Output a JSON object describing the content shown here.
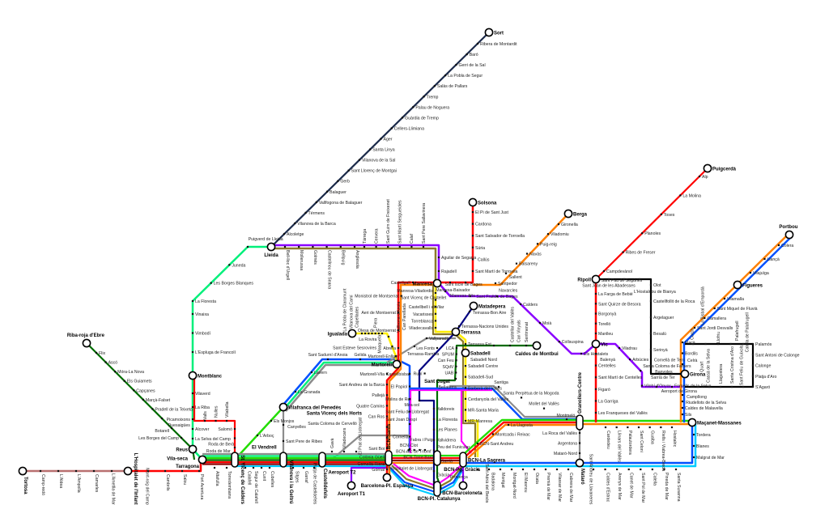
{
  "title": "Rodalies de Catalunya / FGC rail network map",
  "colors": {
    "navy": "#1b2a4a",
    "purple": "#8a00ff",
    "olive": "#8b7a2b",
    "lightgreen": "#00f07a",
    "green": "#22dd00",
    "darkgreen": "#006a00",
    "red": "#ff0000",
    "orange": "#ff8000",
    "darkred": "#8b0000",
    "yellow": "#ffee00",
    "blue": "#0050ff",
    "cyan": "#00ccff",
    "gray": "#8c8c8c",
    "magenta": "#ff00ff",
    "black": "#000000",
    "brown": "#b87070",
    "fgcnavy": "#000080"
  },
  "major_stations": {
    "sort": "Sort",
    "lleida": "Lleida",
    "manresa": "Manresa",
    "solsona": "Solsona",
    "berga": "Berga",
    "puigcerda": "Puigcerdà",
    "portbou": "Portbou",
    "figueres": "Figueres",
    "girona": "Girona",
    "ripoll": "Ripoll",
    "vic": "Vic",
    "macanet": "Maçanet-Massanes",
    "mataro": "Mataró",
    "granollers": "Granollers-Centre",
    "sagrera": "BCN-La Sagrera",
    "sants": "BCN-Sants",
    "pggracia": "BCN-Pg. Gràcia",
    "plcatalunya": "BCN-Pl. Catalunya",
    "barceloneta": "BCN-Barceloneta",
    "plespanya": "Barcelona-Pl. Espanya",
    "martorell": "Martorell",
    "terrassa": "Terrassa",
    "matadepera": "Matadepera",
    "caldes": "Caldes de Montbui",
    "sabadell": "Sabadell",
    "santcugat": "Sant Cugat",
    "vilafranca": "Vilafranca del Penedès",
    "svc": "St. Vicenç de Calders",
    "vilanova": "Vilanova i la Geltrú",
    "castelldefels": "Castelldefels",
    "reus": "Reus",
    "tarragona": "Tarragona",
    "vilaseca": "Vila-seca",
    "montblanc": "Montblanc",
    "ribaroja": "Riba-roja d'Ebre",
    "tortosa": "Tortosa",
    "hospitalet": "L'Hospitalet de l'Infant",
    "igualada": "Igualada",
    "aeroport_t1": "Aeroport T1",
    "aeroport_t2": "Aeroport T2",
    "elvendrell": "El Vendrell",
    "olot": "Olot",
    "banyoles": "Banyoles",
    "palamos": "Palamós",
    "blanes": "Blanes",
    "tremp": "Tremp",
    "balaguer": "Balaguer",
    "tarrega": "Tàrrega",
    "mora": "Móra-La Nova",
    "marca": "Marçà-Falset",
    "borges": "Les Borges Blanques",
    "valls": "Valls",
    "moia": "Moià",
    "lagarriga": "La Garriga",
    "ribes": "Ribes de Freser",
    "santacoloma": "Santa Coloma de Farners",
    "sarria": "Sarrià",
    "rubi": "Rubí",
    "santvicenshorts": "Santa Vicenç dels Horts",
    "santceloni": "Sant Celoni",
    "arenys": "Arenys de Mar",
    "calella": "Calella",
    "badalona": "Badalona"
  },
  "station_groups": {
    "sort": [
      "Alcoletge",
      "Vilanova de la Barca",
      "Térmens",
      "Vallfogona de Balaguer",
      "Balaguer",
      "Gerb",
      "Sant Llorenç de Montgai",
      "Vilanova de la Sal",
      "Santa Linya",
      "Àger",
      "Cellers-Llimiana",
      "Guàrdia de Tremp",
      "Palau de Noguera",
      "Tremp",
      "Salàs de Pallars",
      "La Pobla de Segur",
      "Gerri de la Sal",
      "Baró",
      "Ribera de Montardit"
    ],
    "lm_below": [
      "Bell-lloc d'Urgell",
      "Mollerussa",
      "Golmés",
      "Castellnou de Seana",
      "Bellpuig",
      "Anglesola"
    ],
    "lm_above": [
      "Tàrrega",
      "Cervera",
      "Sant Guim de Freixenet",
      "Sant Martí Sesgueioles",
      "Calaf",
      "Sant Pere Sallavinera"
    ],
    "aguilar": [
      "Aguilar de Segarra",
      "Rajadell"
    ],
    "green_upper": [
      "Puigverd de Lleida",
      "Juneda",
      "Les Borges Blanques",
      "La Floresta"
    ],
    "green_mid": [
      "Vinaixa",
      "Vimbodí",
      "L'Espluga de Francolí"
    ],
    "green_low": [
      "Vilaverd",
      "La Riba"
    ],
    "green_low_l": [
      "Picamoixons"
    ],
    "green_bot": [
      "Alcover",
      "La Selva del Camp"
    ],
    "valls": [
      "Valls",
      "Nulles",
      "Vilabella"
    ],
    "roda": [
      "Salomó",
      "Roda de Berà",
      "Roda de Mar"
    ],
    "riba": [
      "Flix",
      "Ascó",
      "Móra-La Nova",
      "Els Guiamets",
      "Capçanes",
      "Marçà-Falset",
      "Pradell de la Teixeta",
      "Duesaigües"
    ],
    "riba_l": [
      "Botarell",
      "Les Borges del Camp"
    ],
    "tortosa": [
      "Camp-redó",
      "L'Aldea",
      "L'Ampolla",
      "Camarles",
      "L'Ametlla de Mar"
    ],
    "cambrils": [
      "Mont-roig del Camp",
      "Cambrils",
      "Salou",
      "Port Aventura"
    ],
    "coast_a": [
      "Altafulla",
      "Torredembarra"
    ],
    "coast_b": [
      "Calafell",
      "Segur de Calafell",
      "Cunit",
      "Cubelles"
    ],
    "coast_c": [
      "Sitges",
      "Garraf",
      "Platja de Castelldefels"
    ],
    "coast_d": [
      "Gavà",
      "Viladecans",
      "El Prat de Llobregat"
    ],
    "vendrell": [
      "L'Arboç",
      "Els Monjos"
    ],
    "penedes": [
      "La Granada",
      "Lavern"
    ],
    "penedes_top": [
      "Sant Sadurní d'Anoia",
      "Gelida"
    ],
    "canyelles": [
      "Canyelles",
      "Sant Pere de Ribes"
    ],
    "fgc_llob": [
      "Martorell-Vila",
      "Sant Andreu de la Barca",
      "Pallejà",
      "Quatre Camins",
      "Can Ros",
      "Santa Coloma de Cervelló",
      "Colònia Güell",
      "Sant Boi",
      "Cornellà-Riera",
      "Gornal"
    ],
    "r4_low": [
      "Castellbisbal",
      "El Papiol",
      "Molins de Rei",
      "Sant Feliu de Llobregat",
      "Sant Joan Despí",
      "Cornellà",
      "L'Hospitalet de Llobregat"
    ],
    "monistrol": [
      "Castellgalí",
      "Monistrol de Montserrat",
      "Aeri de Montserrat",
      "Olesa de Montserrat",
      "Abrera"
    ],
    "igualada": [
      "Vilanova del Camí",
      "La Pobla de Claramunt",
      "Capellades",
      "Vallbona d'Anoia",
      "Piera",
      "Masquefa",
      "Can Parellada"
    ],
    "igualada_l": [
      "La Rovira",
      "Sant Esteve Sesrovires",
      "Martorell-Enllaç"
    ],
    "r4_manresa": [
      "Manresa-Viladordis",
      "Sant Vicenç de Castellet",
      "Castellbell i el Vilar",
      "Vacarisses",
      "Torreblanca",
      "Viladecavalls"
    ],
    "sabadell": [
      "Terrassa Est",
      "Sabadell Nord",
      "Sabadell Centre",
      "Sabadell-Sud",
      "Barberà del Vallès",
      "Cerdanyola del Vallès",
      "MR-Santa Maria",
      "MR-Manresa"
    ],
    "solsona": [
      "El Pi de Sant Just",
      "Cardona",
      "Sant Salvador de Torroella",
      "Súria",
      "Callús",
      "Sant Martí de Torroella"
    ],
    "manresa_e": [
      "Manresa-Baixador",
      "Sant Iscle de Bages"
    ],
    "berga": [
      "Santpedor",
      "Sallent",
      "Balsareny",
      "Navàs",
      "Puig-reig",
      "Viladomiu",
      "Gironella"
    ],
    "vic_purple": [
      "Manresa-Alta",
      "Sant Fruitós de Bages",
      "Navarcles",
      "Calders",
      "Moià",
      "Collsuspina",
      "Els Hostalets"
    ],
    "vic_girona": [
      "Viladrau",
      "Arbúcies",
      "Santa Coloma de Farners",
      "Vilobí d'Onyar",
      "Aeroport de Girona",
      "Fornells de la Selva"
    ],
    "puigcerda": [
      "Campdevànol",
      "Ribes de Freser",
      "Planoles",
      "Toses",
      "La Molina",
      "Alp"
    ],
    "ripoll_s1": [
      "La Farga de Bebié",
      "Sant Quirze de Besora",
      "Borgonyà",
      "Torelló",
      "Manlleu"
    ],
    "ripoll_s2": [
      "Balenyà",
      "Centelles",
      "Sant Martí de Centelles",
      "Figaró",
      "La Garriga",
      "Les Franqueses del Vallès"
    ],
    "olot_top": [
      "Sant Joan de les Abadesses",
      "Sant Pau de Segúries",
      "L'Hostalnou de Bianya"
    ],
    "olot": [
      "Olot",
      "Castellfollit de la Roca",
      "Argelaguer",
      "Besalú",
      "Serinyà",
      "Banyoles"
    ],
    "olot_end": [
      "Sarrià de Ter",
      "Cornellà de Terri"
    ],
    "portbou_a": [
      "Colera",
      "Llançà",
      "Vilajuïga"
    ],
    "portbou_b": [
      "Vilamalla",
      "Sant Miquel de Fluvià",
      "Camallera",
      "Sant Jordi Desvalls"
    ],
    "flaca": [
      "Flaçà",
      "Bordils",
      "Celrà"
    ],
    "loop_top": [
      "Corçà",
      "La Bisbal d'Empordà",
      "Llofriu",
      "Palafrugell",
      "Calella de Palafrugell"
    ],
    "loop_right": [
      "Palamós",
      "Sant Antoni de Calonge",
      "Calonge",
      "Platja d'Aro",
      "S'Agaró"
    ],
    "loop_bot": [
      "Sant Feliu de Guíxols",
      "Santa Cristina d'Aro",
      "Llagostera",
      "Cassà de la Selva",
      "Quart"
    ],
    "macanet_n": [
      "Campllong",
      "Riudellots de la Selva",
      "Caldes de Malavella",
      "Sils"
    ],
    "macanet_s": [
      "Tordera",
      "Blanes",
      "Malgrat de Mar"
    ],
    "r2": [
      "Cardedeu",
      "Llinars del Vallès",
      "Palautordera",
      "Sant Celoni",
      "Gualba",
      "Riells i Viabrea-Breda",
      "Hostalric"
    ],
    "r1_a": [
      "Sant Adrià del Besòs",
      "Badalona",
      "Montgat",
      "Montgat-Nord",
      "El Masnou",
      "Ocata",
      "Premià de Mar",
      "Vilassar de Mar",
      "Cabrera de Mar"
    ],
    "r1_b": [
      "Sant Andreu de Llavaneres",
      "Caldes d'Estrac",
      "Arenys de Mar",
      "Canet de Mar",
      "Sant Pol de Mar",
      "Calella",
      "Pineda de Mar",
      "Santa Susanna"
    ],
    "gran_mat": [
      "La Roca del Vallès",
      "Argentona",
      "Mataró-Nord"
    ],
    "sagrera_n": [
      "BCN-Sant Andreu",
      "Montcada i Reixac",
      "La Llagosta"
    ],
    "mollet": [
      "Santiga",
      "Santa Perpètua de la Mogoda",
      "Mollet del Vallès",
      "Montmeló"
    ],
    "matadepera": [
      "Terrassa-Bon Aire",
      "Terrassa-Nacions Unides"
    ],
    "rubi": [
      "Les Fonts",
      "Rubí",
      "Mira-sol"
    ],
    "fgc_vall": [
      "Valldoreix",
      "La Floresta",
      "Les Planes",
      "Vallvidrera",
      "Peu del Funicular",
      "Sarrià",
      "Gràcia",
      "Provença"
    ],
    "darkgreen_v": [
      "LCA",
      "SPUM",
      "Can Feu",
      "SQdV",
      "UAB",
      "Bellaterra"
    ],
    "caldes_line": [
      "Castellar del Vallès",
      "Can Vinyals",
      "Sentmenat"
    ],
    "vallparadis": [
      "Vallparadís",
      "Terrassa-Rambla"
    ],
    "bcn_misc": [
      "BCN-Clot",
      "BCN-Arc de Triomf",
      "Fabra i Puig",
      "BCN-Torre Baró"
    ]
  }
}
